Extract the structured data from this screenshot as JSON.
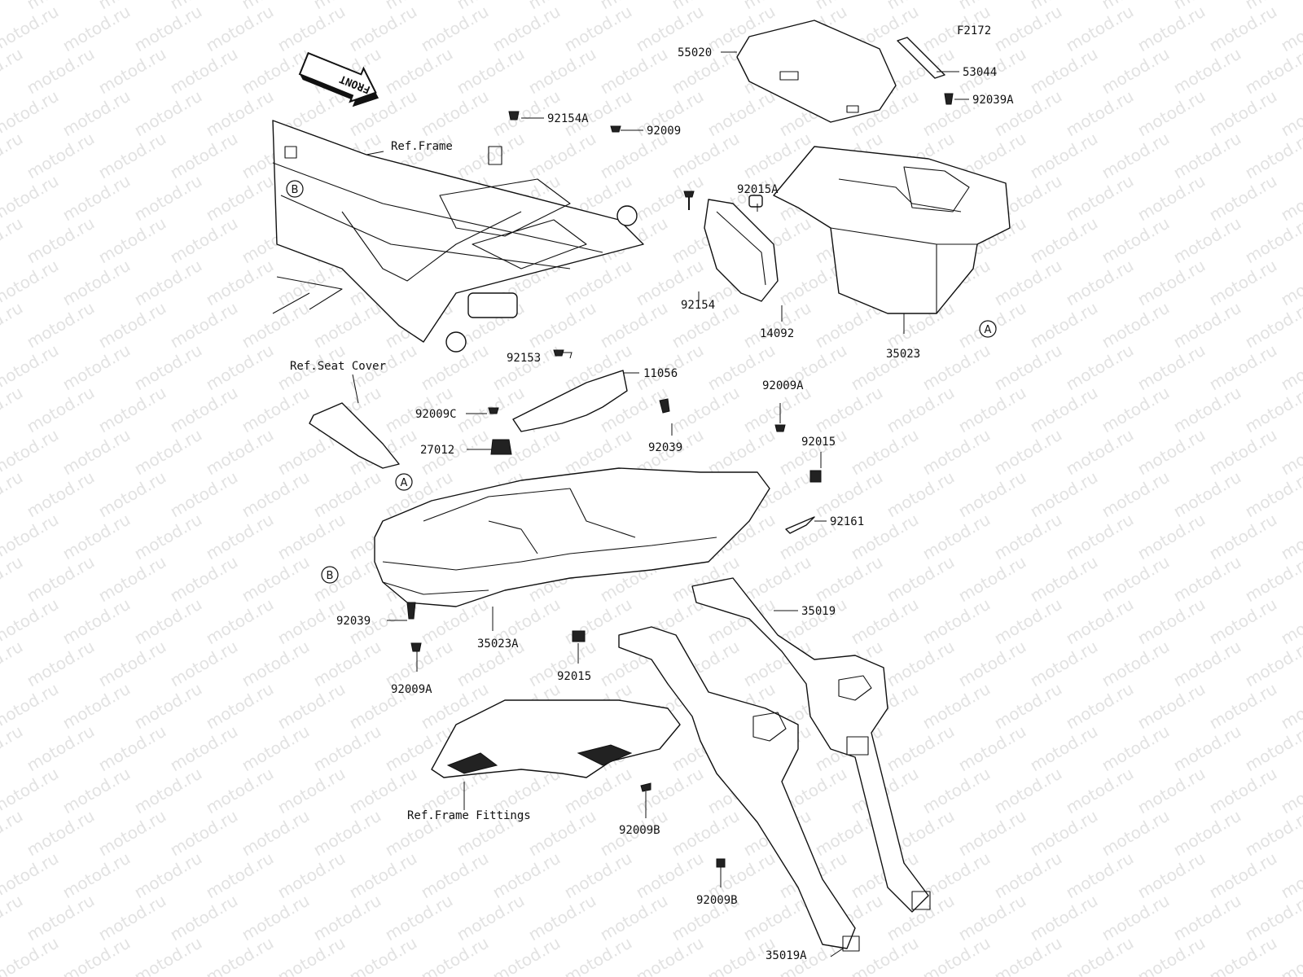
{
  "figure_code": "F2172",
  "front_arrow_text": "FRONT",
  "watermark_text": "motod.ru",
  "reference_labels": {
    "frame": "Ref.Frame",
    "seat_cover": "Ref.Seat Cover",
    "frame_fittings": "Ref.Frame Fittings"
  },
  "callouts": {
    "a": "A",
    "b": "B"
  },
  "parts": [
    {
      "id": "55020",
      "label": "55020"
    },
    {
      "id": "53044",
      "label": "53044"
    },
    {
      "id": "92039A",
      "label": "92039A"
    },
    {
      "id": "92154A",
      "label": "92154A"
    },
    {
      "id": "92009",
      "label": "92009"
    },
    {
      "id": "92015A",
      "label": "92015A"
    },
    {
      "id": "92154",
      "label": "92154"
    },
    {
      "id": "14092",
      "label": "14092"
    },
    {
      "id": "35023",
      "label": "35023"
    },
    {
      "id": "92153",
      "label": "92153"
    },
    {
      "id": "11056",
      "label": "11056"
    },
    {
      "id": "92009A-top",
      "label": "92009A"
    },
    {
      "id": "92009C",
      "label": "92009C"
    },
    {
      "id": "92039-top",
      "label": "92039"
    },
    {
      "id": "92015-right",
      "label": "92015"
    },
    {
      "id": "27012",
      "label": "27012"
    },
    {
      "id": "92161",
      "label": "92161"
    },
    {
      "id": "35019",
      "label": "35019"
    },
    {
      "id": "92039-left",
      "label": "92039"
    },
    {
      "id": "35023A",
      "label": "35023A"
    },
    {
      "id": "92009A-bottom",
      "label": "92009A"
    },
    {
      "id": "92015-center",
      "label": "92015"
    },
    {
      "id": "92009B-upper",
      "label": "92009B"
    },
    {
      "id": "92009B-lower",
      "label": "92009B"
    },
    {
      "id": "35019A",
      "label": "35019A"
    }
  ]
}
